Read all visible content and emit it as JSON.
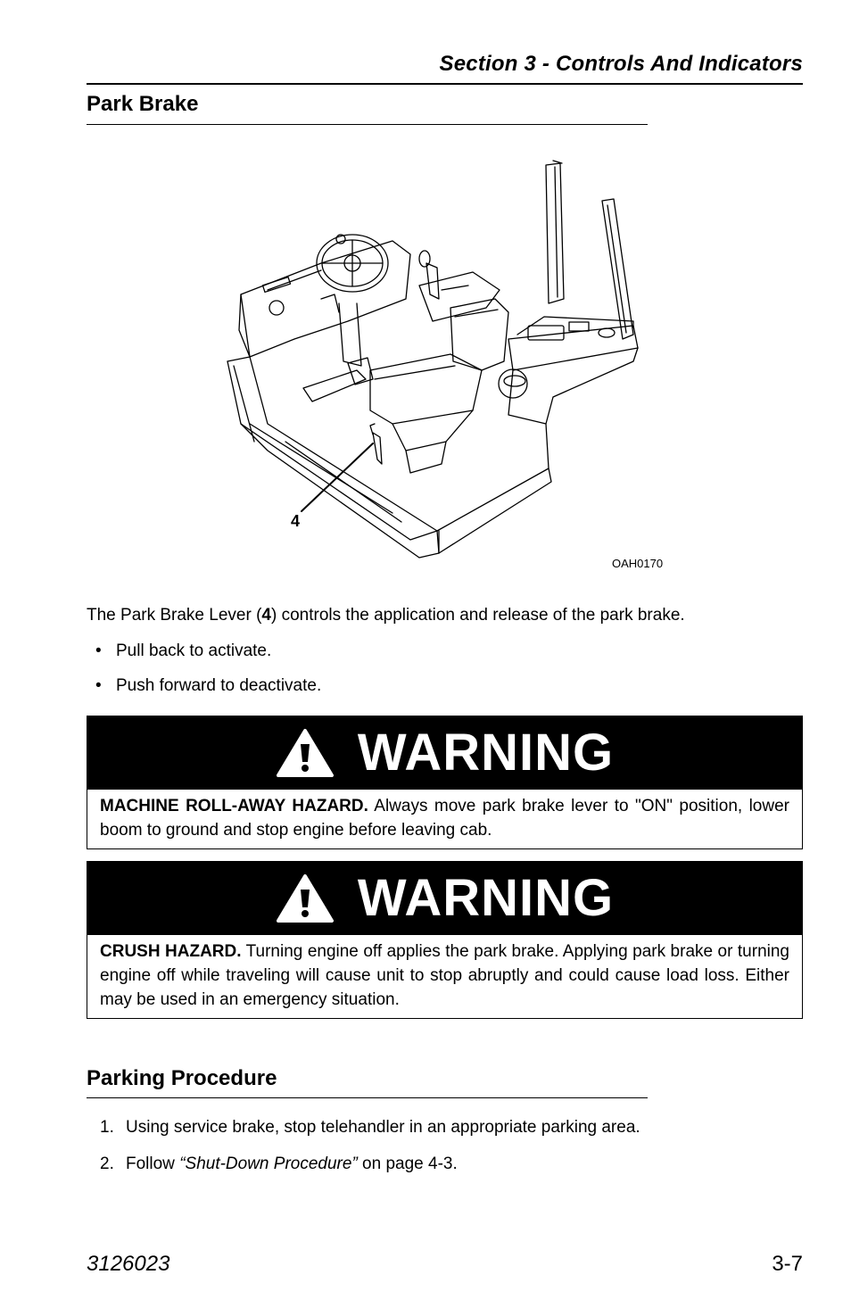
{
  "header": {
    "section_title": "Section 3 - Controls And Indicators"
  },
  "park_brake": {
    "heading": "Park Brake",
    "figure": {
      "callout": "4",
      "figure_id": "OAH0170"
    },
    "description": {
      "before": "The Park Brake Lever (",
      "bold": "4",
      "after": ") controls the application and release of the park brake."
    },
    "bullets": [
      "Pull back to activate.",
      "Push forward to deactivate."
    ]
  },
  "warnings": [
    {
      "label": "WARNING",
      "hazard": "MACHINE ROLL-AWAY HAZARD.",
      "text": " Always move park brake lever to \"ON\" position, lower boom to ground and stop engine before leaving cab."
    },
    {
      "label": "WARNING",
      "hazard": "CRUSH HAZARD.",
      "text": " Turning engine off applies the park brake. Applying park brake or turning engine off while traveling will cause unit to stop abruptly and could cause load loss. Either may be used in an emergency situation."
    }
  ],
  "parking_procedure": {
    "heading": "Parking Procedure",
    "steps": [
      {
        "num": "1.",
        "text": "Using service brake, stop telehandler in an appropriate parking area."
      },
      {
        "num": "2.",
        "before": "Follow ",
        "italic": "“Shut-Down Procedure”",
        "after": " on page 4-3."
      }
    ]
  },
  "footer": {
    "doc_number": "3126023",
    "page_number": "3-7"
  }
}
